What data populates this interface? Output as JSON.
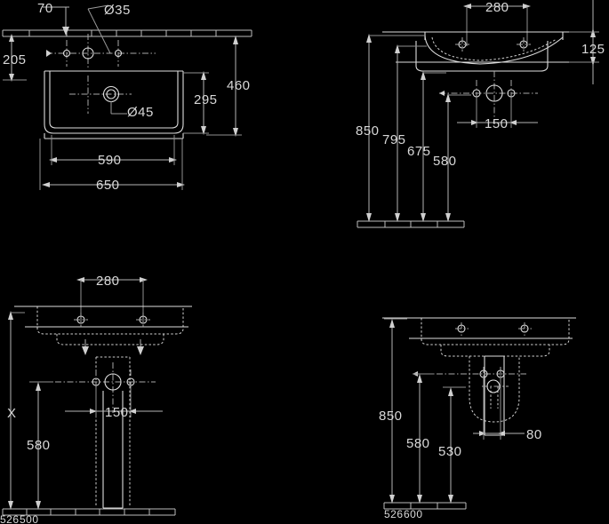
{
  "document": {
    "type": "technical-drawing",
    "subject": "washbasin dimensional drawing",
    "background_color": "#000000",
    "line_color": "#d0d0d0",
    "text_color": "#d8d8d8",
    "units": "mm",
    "view_count": 4
  },
  "views": {
    "top_left": {
      "name": "plan-view-top",
      "labels": {
        "l_70": "70",
        "l_d35": "Ø35",
        "l_205": "205",
        "l_d45": "Ø45",
        "l_295": "295",
        "l_460": "460",
        "l_590": "590",
        "l_650": "650"
      }
    },
    "top_right": {
      "name": "front-elevation-view",
      "labels": {
        "l_280": "280",
        "l_125": "125",
        "l_150": "150",
        "l_850": "850",
        "l_795": "795",
        "l_675": "675",
        "l_580": "580"
      }
    },
    "bottom_left": {
      "name": "rear-elevation-view",
      "labels": {
        "l_280": "280",
        "l_150": "150",
        "l_X": "X",
        "l_580": "580",
        "l_floor_a": "526",
        "l_floor_b": "500"
      }
    },
    "bottom_right": {
      "name": "side-elevation-view",
      "labels": {
        "l_850": "850",
        "l_580": "580",
        "l_530": "530",
        "l_80": "80",
        "l_floor_a": "526",
        "l_floor_b": "600"
      }
    }
  }
}
